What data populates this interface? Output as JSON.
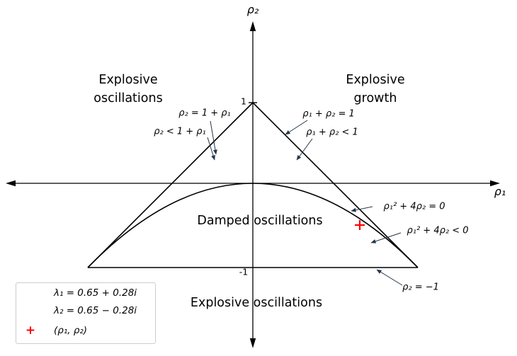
{
  "colors": {
    "ink": "#000000",
    "arrow": "#24364a",
    "red": "#ff0000",
    "legendborder": "#cccccc"
  },
  "axes": {
    "x_label": "ρ₁",
    "y_label": "ρ₂",
    "tick_one": "1",
    "tick_minus_one": "-1"
  },
  "regions": {
    "top_left": "Explosive\noscillations",
    "top_right": "Explosive\ngrowth",
    "damped": "Damped oscillations",
    "bottom": "Explosive oscillations"
  },
  "annotations": [
    {
      "label": "ρ₂ = 1 + ρ₁"
    },
    {
      "label": "ρ₂ < 1 + ρ₁"
    },
    {
      "label": "ρ₁ + ρ₂ = 1"
    },
    {
      "label": "ρ₁ + ρ₂ < 1"
    },
    {
      "label": "ρ₁² + 4ρ₂ = 0"
    },
    {
      "label": "ρ₁² + 4ρ₂ < 0"
    },
    {
      "label": "ρ₂ = −1"
    }
  ],
  "legend": {
    "lambda1": "λ₁ = 0.65 + 0.28i",
    "lambda2": "λ₂ = 0.65 − 0.28i",
    "marker": "+",
    "point_label": "(ρ₁, ρ₂)"
  }
}
